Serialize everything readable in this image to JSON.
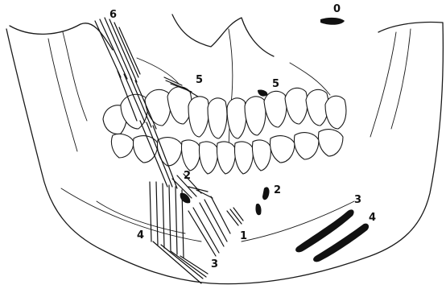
{
  "colors": {
    "ink": "#111111",
    "paper": "#ffffff"
  },
  "labels": {
    "l1": "1",
    "l2a": "2",
    "l2b": "2",
    "l3a": "3",
    "l3b": "3",
    "l4a": "4",
    "l4b": "4",
    "l5a": "5",
    "l5b": "5",
    "l6": "6",
    "l0": "0"
  }
}
